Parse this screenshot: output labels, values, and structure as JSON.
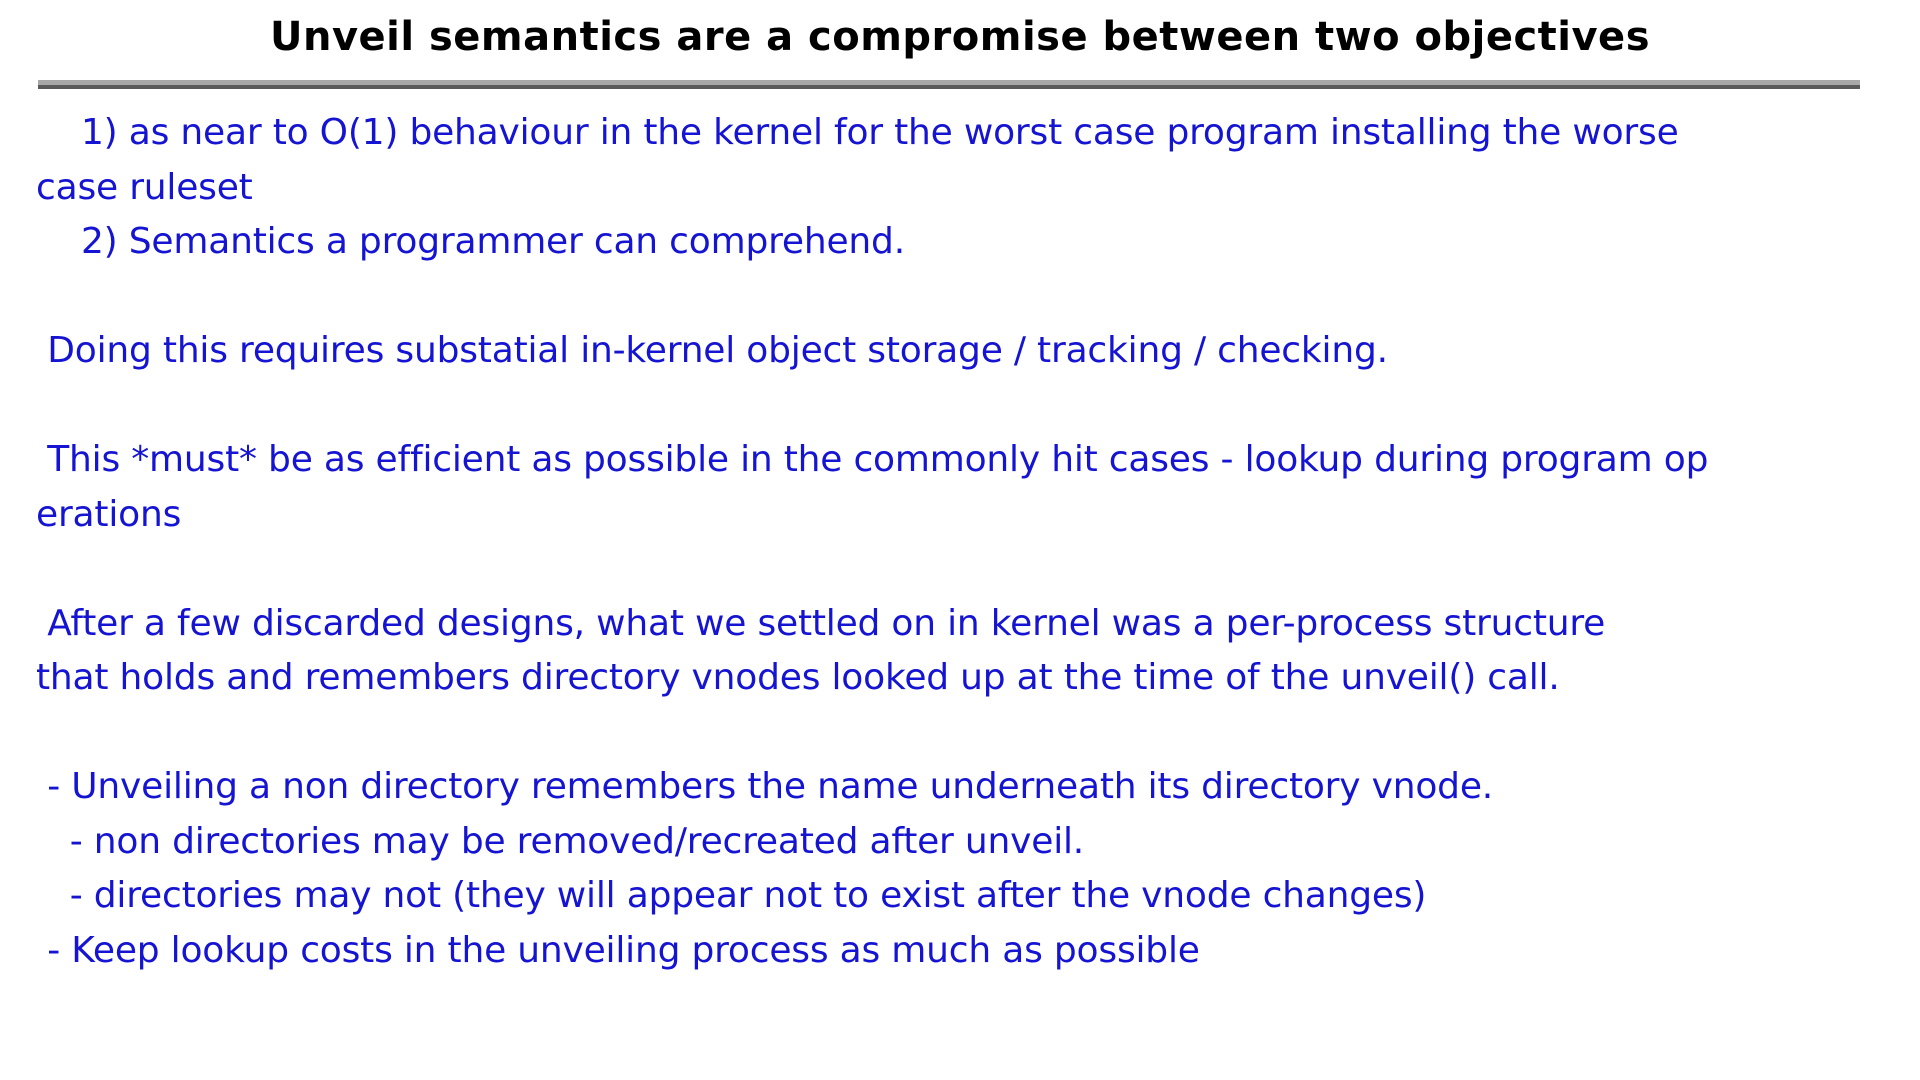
{
  "slide": {
    "title": "Unveil semantics are a compromise between two objectives",
    "title_color": "#000000",
    "body_color": "#1414d2",
    "background_color": "#ffffff",
    "rule": {
      "top_color": "#a8a8a8",
      "bottom_color": "#5a5a5a"
    },
    "body_lines": [
      "    1) as near to O(1) behaviour in the kernel for the worst case program installing the worse",
      "case ruleset",
      "    2) Semantics a programmer can comprehend.",
      "",
      " Doing this requires substatial in-kernel object storage / tracking / checking.",
      "",
      " This *must* be as efficient as possible in the commonly hit cases - lookup during program op",
      "erations",
      "",
      " After a few discarded designs, what we settled on in kernel was a per-process structure",
      "that holds and remembers directory vnodes looked up at the time of the unveil() call.",
      "",
      " - Unveiling a non directory remembers the name underneath its directory vnode.",
      "   - non directories may be removed/recreated after unveil.",
      "   - directories may not (they will appear not to exist after the vnode changes)",
      " - Keep lookup costs in the unveiling process as much as possible"
    ]
  }
}
